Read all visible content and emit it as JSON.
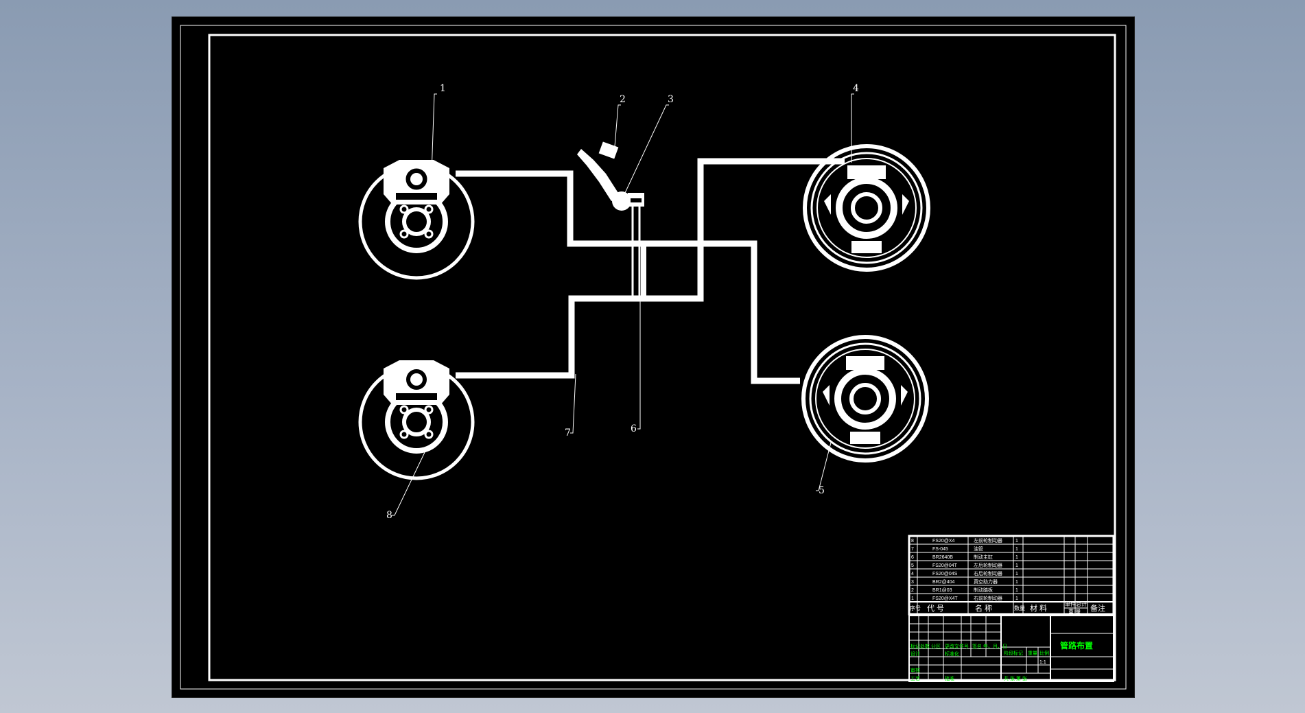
{
  "drawing": {
    "callouts": [
      "1",
      "2",
      "3",
      "4",
      "5",
      "6",
      "7",
      "8"
    ],
    "title_block": {
      "drawing_name": "管路布置"
    },
    "bom": {
      "rows": [
        {
          "no": "8",
          "code": "FS20@X4",
          "name": "左前轮制动器",
          "qty": "1"
        },
        {
          "no": "7",
          "code": "FS-045",
          "name": "油管",
          "qty": "1"
        },
        {
          "no": "6",
          "code": "BR2640B",
          "name": "制动主缸",
          "qty": "1"
        },
        {
          "no": "5",
          "code": "FS20@04T",
          "name": "左后轮制动器",
          "qty": "1"
        },
        {
          "no": "4",
          "code": "FS20@04S",
          "name": "右后轮制动器",
          "qty": "1"
        },
        {
          "no": "3",
          "code": "BR2@404",
          "name": "真空助力器",
          "qty": "1"
        },
        {
          "no": "2",
          "code": "BR1@03",
          "name": "制动踏板",
          "qty": "1"
        },
        {
          "no": "1",
          "code": "FS20@X4T",
          "name": "右前轮制动器",
          "qty": "1"
        }
      ],
      "headers": {
        "no": "序号",
        "code": "代 号",
        "name": "名 称",
        "qty": "数量",
        "material": "材 料",
        "unit_weight": "单件",
        "total_weight": "总计",
        "weight": "重 量",
        "remarks": "备注"
      }
    },
    "title_block_labels": {
      "row1": [
        "标记",
        "处数",
        "分区",
        "更改文件号",
        "签名",
        "年、月、日"
      ],
      "design": "设计",
      "std": "标准化",
      "review": "审核",
      "process": "工艺",
      "approve": "批准",
      "stage": "阶段标记",
      "weight": "重量",
      "scale": "比例",
      "scale_value": "1:1",
      "sheets": "共   张   第   张"
    }
  }
}
